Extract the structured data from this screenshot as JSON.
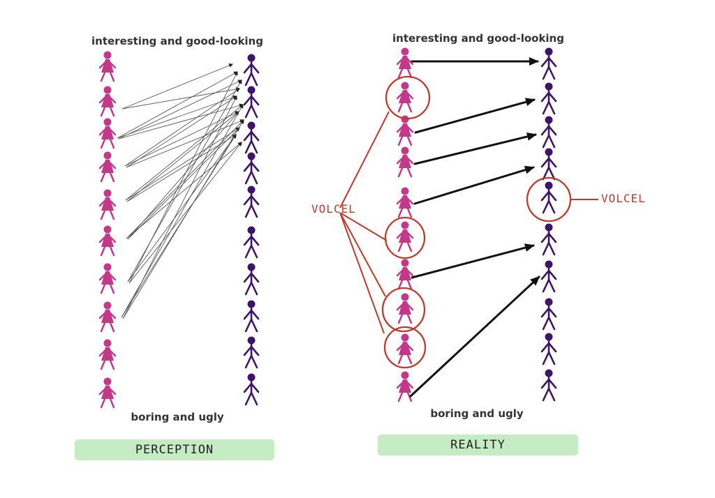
{
  "perception": {
    "top_label": "interesting and good-looking",
    "bottom_label": "boring and ugly",
    "banner": "PERCEPTION"
  },
  "reality": {
    "top_label": "interesting and good-looking",
    "bottom_label": "boring and ugly",
    "banner": "REALITY",
    "volcel_left": "VOLCEL",
    "volcel_right": "VOLCEL"
  },
  "colors": {
    "female": "#c2398a",
    "male": "#3d1466",
    "annotation": "#c0392b",
    "banner": "#c5ecc3"
  }
}
